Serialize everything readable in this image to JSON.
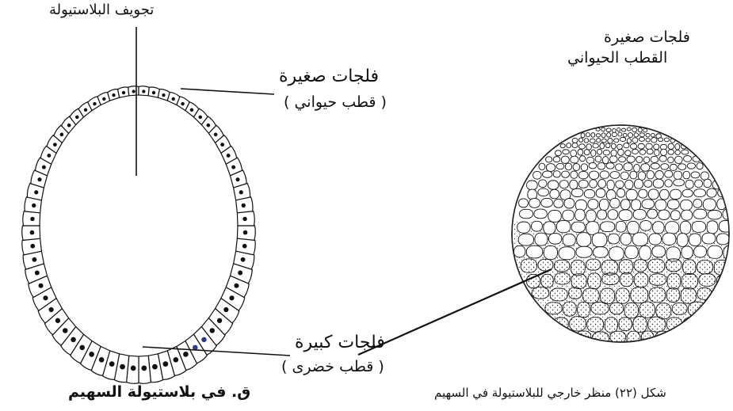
{
  "labels": {
    "blastocoel": "تجويف البلاستيولة",
    "micromeres_line1": "فلجات صغيرة",
    "micromeres_line2": "( قطب حيواني )",
    "macromeres_line1": "فلجات كبيرة",
    "macromeres_line2": "( قطب خضرى )",
    "animal_pole_line1": "فلجات صغيرة",
    "animal_pole_line2": "القطب الحيواني"
  },
  "captions": {
    "left": "ق. في بلاستيولة السهيم",
    "right": "شكل (٢٢) منظر خارجي للبلاستيولة في السهيم"
  },
  "colors": {
    "ink": "#111111",
    "cell_fill": "#ffffff",
    "inner_rim": "#c9c9c9",
    "marked_nucleus": "#2d3a8c"
  }
}
